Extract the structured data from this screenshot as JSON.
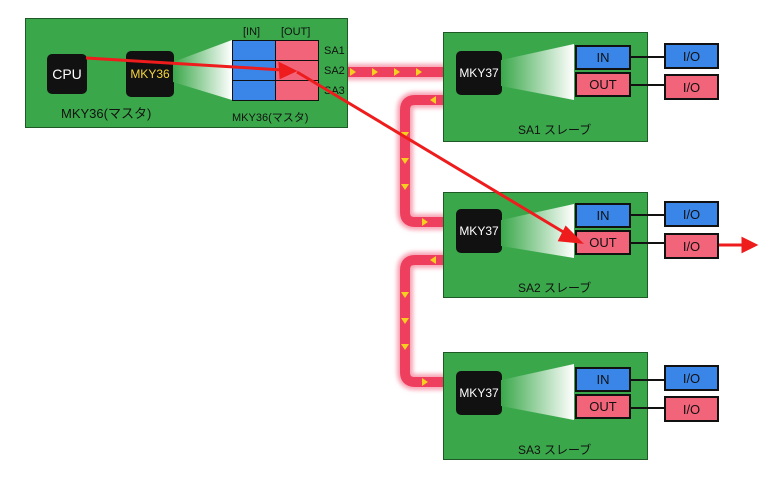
{
  "master": {
    "cpu_label": "CPU",
    "chip_label": "MKY36",
    "board_caption": "MKY36(マスタ)",
    "table_caption": "MKY36(マスタ)",
    "col_in": "[IN]",
    "col_out": "[OUT]",
    "rows": [
      "SA1",
      "SA2",
      "SA3"
    ]
  },
  "slaves": [
    {
      "chip_label": "MKY37",
      "in_label": "IN",
      "out_label": "OUT",
      "io_in": "I/O",
      "io_out": "I/O",
      "caption": "SA1 スレーブ"
    },
    {
      "chip_label": "MKY37",
      "in_label": "IN",
      "out_label": "OUT",
      "io_in": "I/O",
      "io_out": "I/O",
      "caption": "SA2 スレーブ"
    },
    {
      "chip_label": "MKY37",
      "in_label": "IN",
      "out_label": "OUT",
      "io_in": "I/O",
      "io_out": "I/O",
      "caption": "SA3 スレーブ"
    }
  ],
  "colors": {
    "board": "#3aa84a",
    "in_cell": "#3a86e8",
    "out_cell": "#f2647a",
    "bus": "#f0546e",
    "bus_arrow": "#f5d020",
    "data_arrow": "#ee1c1c"
  }
}
